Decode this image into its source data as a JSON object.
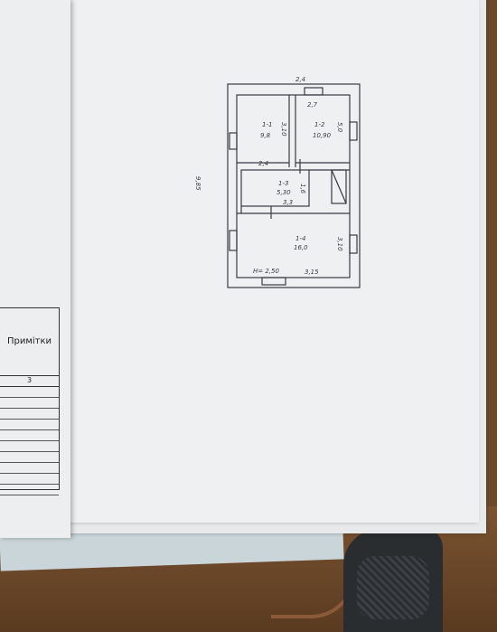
{
  "left_page": {
    "table_header": "Примітки",
    "column_number": "3"
  },
  "floor_plan": {
    "top_dimension": "2,4",
    "top_inner_dimension": "2,7",
    "left_height": "9,85",
    "bottom_width": "3,15",
    "ceiling_height": "H= 2,50",
    "corridor_width": "2,4",
    "rooms": [
      {
        "id": "1-1",
        "area": "9,8",
        "side": "3,10"
      },
      {
        "id": "1-2",
        "area": "10,90",
        "side": "5,0"
      },
      {
        "id": "1-3",
        "area": "5,30",
        "side": "1,6",
        "bottom": "3,3"
      },
      {
        "id": "1-4",
        "area": "16,0",
        "side": "3,10"
      }
    ]
  },
  "colors": {
    "paper": "#eef0f1",
    "ink": "#3a3a44",
    "table": "#6b4a2c"
  }
}
